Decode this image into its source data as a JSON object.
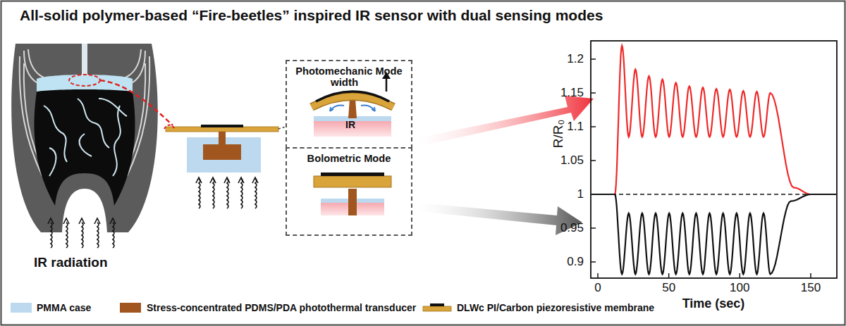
{
  "diagram": {
    "title": "All-solid polymer-based “Fire-beetles” inspired IR sensor with dual sensing modes",
    "nodes": [
      {
        "text": [
          "Photomechanic Mode",
          "width",
          "IR"
        ]
      },
      {
        "text": [
          "Bolometric Mode"
        ]
      }
    ],
    "labels": [
      "IR radiation",
      "R/R₀",
      "1.2",
      "1.15",
      "1.1",
      "1.05",
      "1",
      "0.95",
      "0.9",
      "0",
      "50",
      "100",
      "150",
      "Time (sec)"
    ],
    "legend": [
      {
        "text": "PMMA case",
        "color": "#bcd9f0"
      },
      {
        "text": "Stress-concentrated PDMS/PDA photothermal transducer",
        "color": "#a0561e"
      },
      {
        "text": "DLWc PI/Carbon piezoresistive membrane"
      }
    ]
  }
}
